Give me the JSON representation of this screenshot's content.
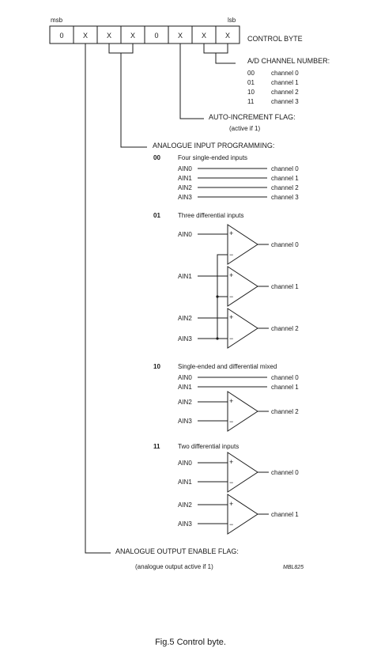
{
  "control_byte": {
    "msb_label": "msb",
    "lsb_label": "lsb",
    "bits": [
      "0",
      "X",
      "X",
      "X",
      "0",
      "X",
      "X",
      "X"
    ],
    "title": "CONTROL BYTE"
  },
  "ad_channel": {
    "title": "A/D CHANNEL NUMBER:",
    "rows": [
      {
        "code": "00",
        "label": "channel 0"
      },
      {
        "code": "01",
        "label": "channel 1"
      },
      {
        "code": "10",
        "label": "channel 2"
      },
      {
        "code": "11",
        "label": "channel 3"
      }
    ]
  },
  "auto_increment": {
    "title": "AUTO-INCREMENT FLAG:",
    "note": "(active if 1)"
  },
  "analogue_input": {
    "title": "ANALOGUE INPUT PROGRAMMING:",
    "modes": [
      {
        "code": "00",
        "title": "Four single-ended inputs",
        "rows": [
          {
            "input": "AIN0",
            "output": "channel 0"
          },
          {
            "input": "AIN1",
            "output": "channel 1"
          },
          {
            "input": "AIN2",
            "output": "channel 2"
          },
          {
            "input": "AIN3",
            "output": "channel 3"
          }
        ]
      },
      {
        "code": "01",
        "title": "Three differential inputs",
        "inputs": [
          "AIN0",
          "AIN1",
          "AIN2",
          "AIN3"
        ],
        "outputs": [
          "channel 0",
          "channel 1",
          "channel 2"
        ]
      },
      {
        "code": "10",
        "title": "Single-ended and differential mixed",
        "rows": [
          {
            "input": "AIN0",
            "output": "channel 0"
          },
          {
            "input": "AIN1",
            "output": "channel 1"
          }
        ],
        "diff_inputs": [
          "AIN2",
          "AIN3"
        ],
        "diff_output": "channel 2"
      },
      {
        "code": "11",
        "title": "Two differential inputs",
        "pairs": [
          {
            "plus": "AIN0",
            "minus": "AIN1",
            "output": "channel 0"
          },
          {
            "plus": "AIN2",
            "minus": "AIN3",
            "output": "channel 1"
          }
        ]
      }
    ]
  },
  "opamp_signs": {
    "plus": "+",
    "minus": "−"
  },
  "analogue_output": {
    "title": "ANALOGUE OUTPUT ENABLE FLAG:",
    "note": "(analogue output active if 1)"
  },
  "figure_code": "MBL825",
  "caption": "Fig.5  Control byte."
}
